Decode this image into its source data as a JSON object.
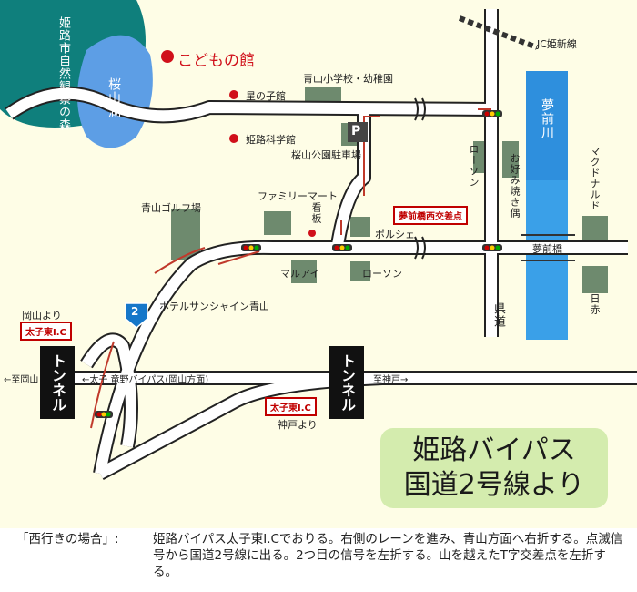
{
  "map": {
    "facilities": {
      "kodomo": "こどもの館",
      "hoshinoko": "星の子館",
      "kagaku": "姫路科学館",
      "nature_forest": "姫路市自然観察の森",
      "sakurayama_lake": "桜山湖",
      "school": "青山小学校・幼稚園",
      "parking": "桜山公園駐車場",
      "parking_symbol": "P",
      "familymart": "ファミリーマート",
      "kanban": "看板",
      "golf": "青山ゴルフ場",
      "porsche": "ポルシェ",
      "marui": "マルアイ",
      "lawson_south": "ローソン",
      "lawson_north": "ローソン",
      "okonomiyaki": "お好み焼き偶",
      "mcdonalds": "マクドナルド",
      "hinomaru": "日赤",
      "hotel": "ホテルサンシャイン青山",
      "jc_line": "JC姫新線",
      "river": "夢前川",
      "bridge": "夢前橋",
      "kendo": "県道"
    },
    "intersection_label": "夢前橋西交差点",
    "route_shield": "2",
    "ic_box_top": "太子東I.C",
    "ic_box_bottom": "太子東I.C",
    "from_okayama": "岡山より",
    "from_kobe": "神戸より",
    "to_okayama": "←至岡山",
    "to_kobe": "至神戸→",
    "bypass_label": "←太子 竜野バイパス(岡山方面)",
    "tunnel": "トンネル",
    "title_line1": "姫路バイパス",
    "title_line2": "国道2号線より"
  },
  "directions": {
    "heading": "「西行きの場合」:",
    "text": "姫路バイパス太子東I.Cでおりる。右側のレーンを進み、青山方面へ右折する。点滅信号から国道2号線に出る。2つ目の信号を左折する。山を越えたT字交差点を左折する。"
  },
  "colors": {
    "background": "#FEFDE6",
    "road": "#ffffff",
    "road_edge": "#222222",
    "forest": "#0f7f7c",
    "lake": "#5d9ee5",
    "river": "#3aa0e8",
    "building": "#6e8a6e",
    "arrow": "#c0392b",
    "route_shield": "#1677c9",
    "title_box": "#D4ECAE"
  }
}
